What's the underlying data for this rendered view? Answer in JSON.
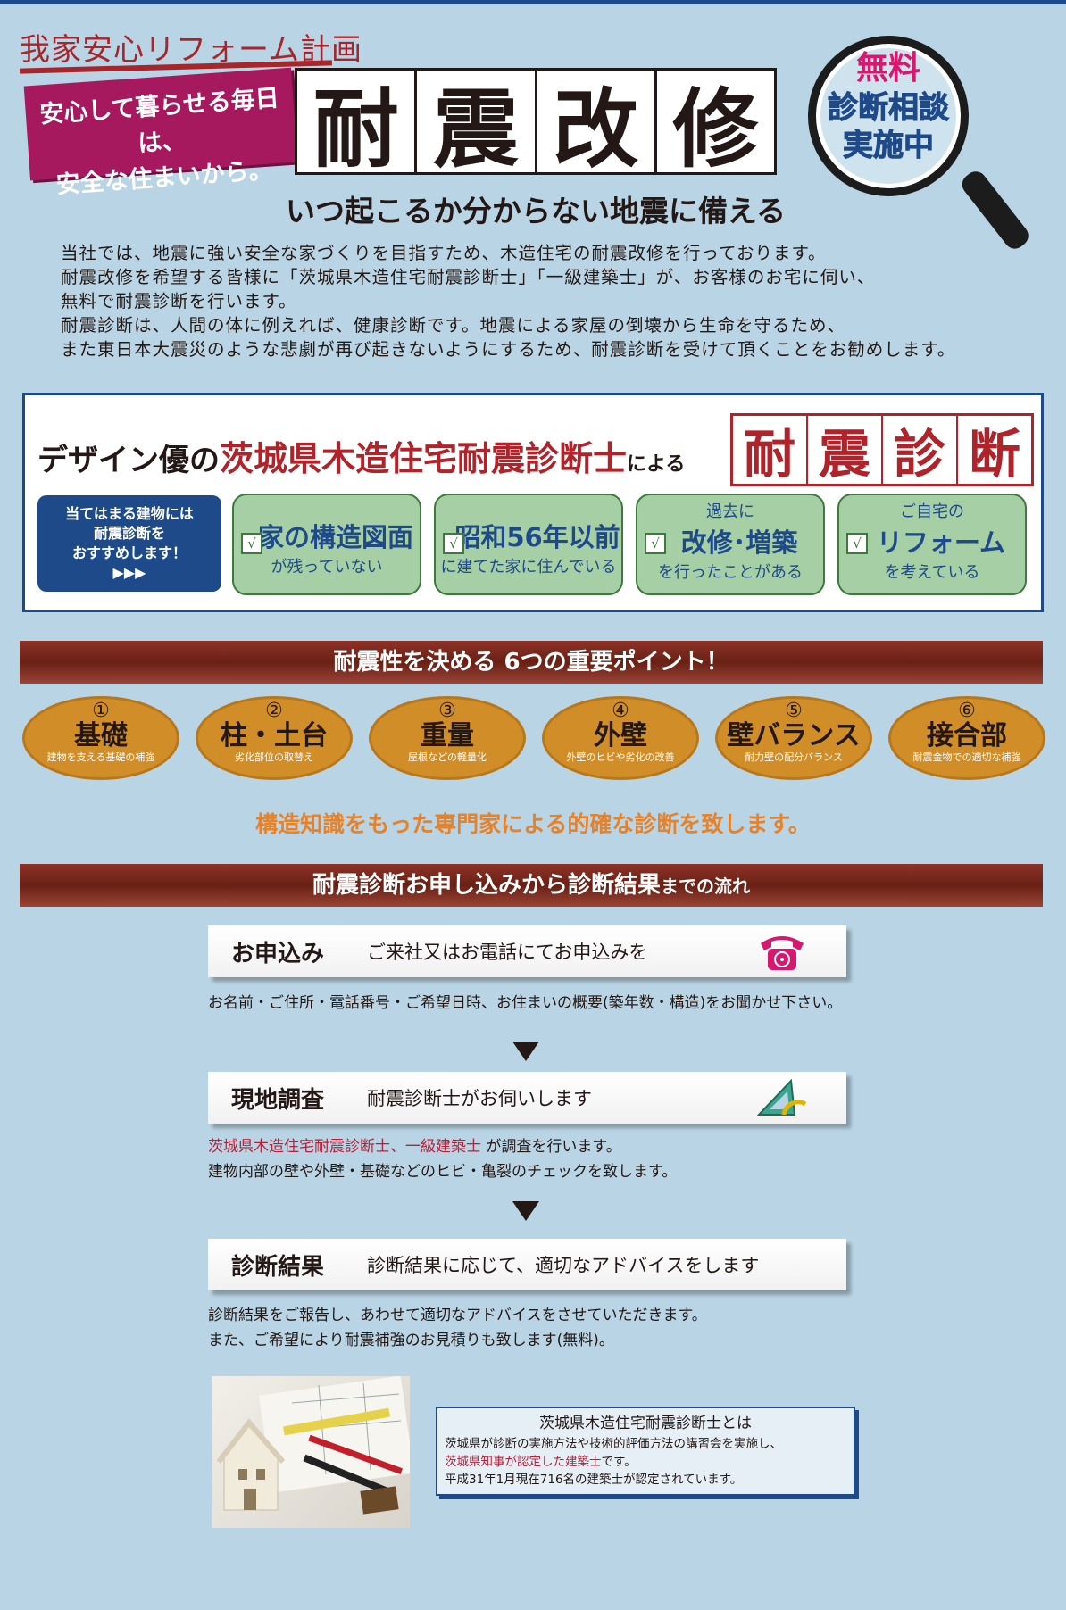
{
  "header": {
    "series_title": "我家安心リフォーム計画",
    "slogan_line1": "安心して暮らせる毎日は、",
    "slogan_line2": "安全な住まいから。",
    "main_title": [
      "耐",
      "震",
      "改",
      "修"
    ],
    "subtitle": "いつ起こるか分からない地震に備える",
    "badge_free": "無料",
    "badge_line1": "診断相談",
    "badge_line2": "実施中"
  },
  "intro": [
    "当社では、地震に強い安全な家づくりを目指すため、木造住宅の耐震改修を行っております。",
    "耐震改修を希望する皆様に「茨城県木造住宅耐震診断士」「一級建築士」が、お客様のお宅に伺い、",
    "無料で耐震診断を行います。",
    "耐震診断は、人間の体に例えれば、健康診断です。地震による家屋の倒壊から生命を守るため、",
    "また東日本大震災のような悲劇が再び起きないようにするため、耐震診断を受けて頂くことをお勧めします。"
  ],
  "design": {
    "prefix": "デザイン優の",
    "red": "茨城県木造住宅耐震診断士",
    "suffix": "による",
    "kanji": [
      "耐",
      "震",
      "診",
      "断"
    ],
    "rec_line1": "当てはまる建物には",
    "rec_line2": "耐震診断を",
    "rec_line3": "おすすめします！",
    "rec_arrows": "▶▶▶",
    "check_mark": "√",
    "cards": [
      {
        "small": "",
        "big": "家の構造図面",
        "sub": "が残っていない"
      },
      {
        "small": "",
        "big": "昭和56年以前",
        "sub": "に建てた家に住んでいる"
      },
      {
        "small": "過去に",
        "big": "改修･増築",
        "sub": "を行ったことがある"
      },
      {
        "small": "ご自宅の",
        "big": "リフォーム",
        "sub": "を考えている"
      }
    ]
  },
  "points_bar": {
    "main": "耐震性を決める",
    "accent": " 6つの重要ポイント！"
  },
  "points": [
    {
      "num": "①",
      "title": "基礎",
      "desc": "建物を支える基礎の補強"
    },
    {
      "num": "②",
      "title": "柱・土台",
      "desc": "劣化部位の取替え"
    },
    {
      "num": "③",
      "title": "重量",
      "desc": "屋根などの軽量化"
    },
    {
      "num": "④",
      "title": "外壁",
      "desc": "外壁のヒビや劣化の改善"
    },
    {
      "num": "⑤",
      "title": "壁バランス",
      "desc": "耐力壁の配分バランス"
    },
    {
      "num": "⑥",
      "title": "接合部",
      "desc": "耐震金物での適切な補強"
    }
  ],
  "expert_line": "構造知識をもった専門家による的確な診断を致します。",
  "flow_bar": {
    "main": "耐震診断お申し込みから診断結果",
    "small": "までの流れ"
  },
  "steps": [
    {
      "name": "お申込み",
      "desc": "ご来社又はお電話にてお申込みを",
      "icon": "telephone-icon"
    },
    {
      "name": "現地調査",
      "desc": "耐震診断士がお伺いします",
      "icon": "ruler-triangle-icon"
    },
    {
      "name": "診断結果",
      "desc": "診断結果に応じて、適切なアドバイスをします",
      "icon": ""
    }
  ],
  "notes": {
    "step1": "お名前・ご住所・電話番号・ご希望日時、お住まいの概要(築年数・構造)をお聞かせ下さい。",
    "step2_red": "茨城県木造住宅耐震診断士、一級建築士",
    "step2_rest": " が調査を行います。",
    "step2_line2": "建物内部の壁や外壁・基礎などのヒビ・亀裂のチェックを致します。",
    "step3_line1": "診断結果をご報告し、あわせて適切なアドバイスをさせていただきます。",
    "step3_line2": "また、ご希望により耐震補強のお見積りも致します(無料)。"
  },
  "info": {
    "title": "茨城県木造住宅耐震診断士とは",
    "line1": "茨城県が診断の実施方法や技術的評価方法の講習会を実施し、",
    "line2_red": "茨城県知事が認定した建築士",
    "line2_rest": "です。",
    "line3": "平成31年1月現在716名の建築士が認定されています。"
  },
  "colors": {
    "accent_red": "#b0232b",
    "navy": "#1f4a8a",
    "magenta": "#a7195f",
    "orange": "#d18e28",
    "green": "#a6cfa6",
    "background": "#b9d4e4"
  }
}
